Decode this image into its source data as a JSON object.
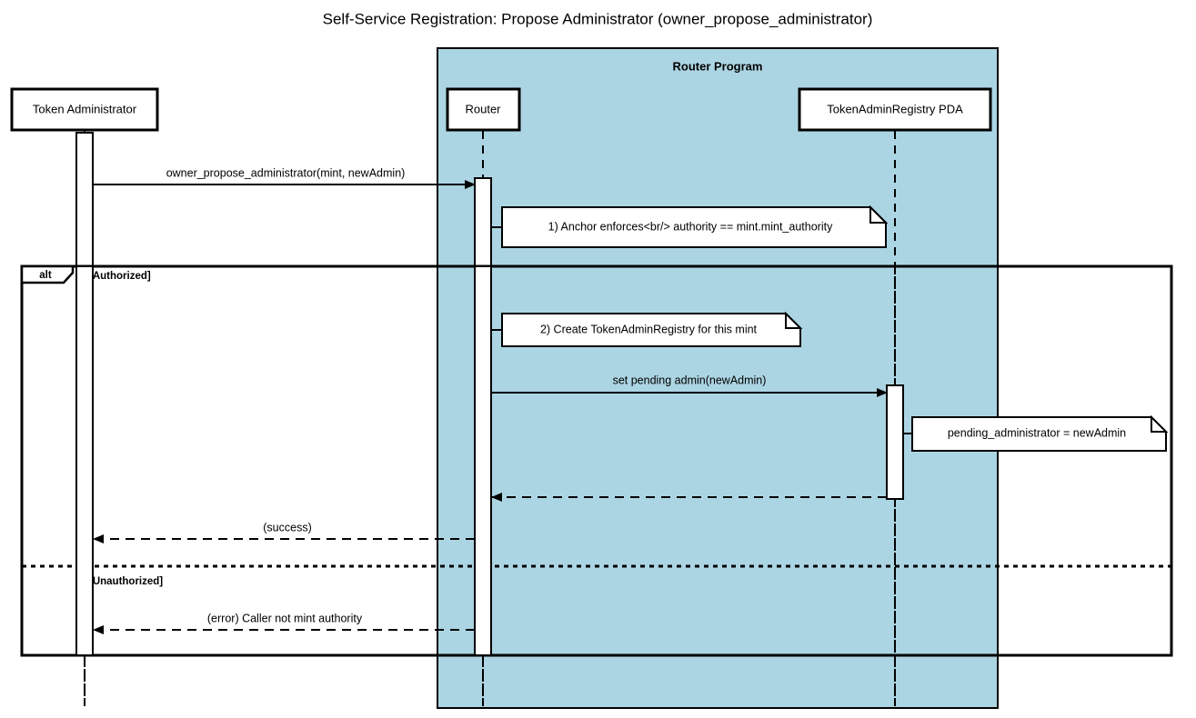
{
  "diagram": {
    "type": "sequence-diagram",
    "title": "Self-Service Registration: Propose Administrator (owner_propose_administrator)",
    "colors": {
      "group_fill": "#ACD5E3",
      "line": "#000000",
      "note_fill": "#FFFFFF",
      "participant_fill": "#FFFFFF",
      "canvas": "#FFFFFF"
    }
  },
  "group": {
    "label": "Router Program",
    "members": [
      "Router",
      "TokenAdminRegistry PDA"
    ]
  },
  "participants": [
    {
      "id": "admin",
      "label": "Token Administrator",
      "in_group": false
    },
    {
      "id": "router",
      "label": "Router",
      "in_group": true
    },
    {
      "id": "pda",
      "label": "TokenAdminRegistry PDA",
      "in_group": true
    }
  ],
  "messages": [
    {
      "seq": 1,
      "label": "owner_propose_administrator(mint, newAdmin)",
      "from": "admin",
      "to": "router",
      "style": "solid",
      "arrow": "filled"
    },
    {
      "seq": 2,
      "label": "set pending admin(newAdmin)",
      "from": "router",
      "to": "pda",
      "style": "solid",
      "arrow": "filled"
    },
    {
      "seq": 3,
      "label": "",
      "from": "pda",
      "to": "router",
      "style": "dashed",
      "arrow": "filled"
    },
    {
      "seq": 4,
      "label": "(success)",
      "from": "router",
      "to": "admin",
      "style": "dashed",
      "arrow": "filled"
    },
    {
      "seq": 5,
      "label": "(error) Caller not mint authority",
      "from": "router",
      "to": "admin",
      "style": "dashed",
      "arrow": "filled"
    }
  ],
  "notes": [
    {
      "id": "note-anchor-enforces",
      "text": "1) Anchor enforces<br/> authority == mint.mint_authority",
      "attached_to": "router",
      "side": "right"
    },
    {
      "id": "note-create-registry",
      "text": "2) Create TokenAdminRegistry for this mint",
      "attached_to": "router",
      "side": "right"
    },
    {
      "id": "note-pending-administrator",
      "text": "pending_administrator = newAdmin",
      "attached_to": "pda",
      "side": "right"
    }
  ],
  "fragment": {
    "kind": "alt",
    "operands": [
      {
        "guard": "[Authorized]"
      },
      {
        "guard": "[Unauthorized]"
      }
    ]
  }
}
